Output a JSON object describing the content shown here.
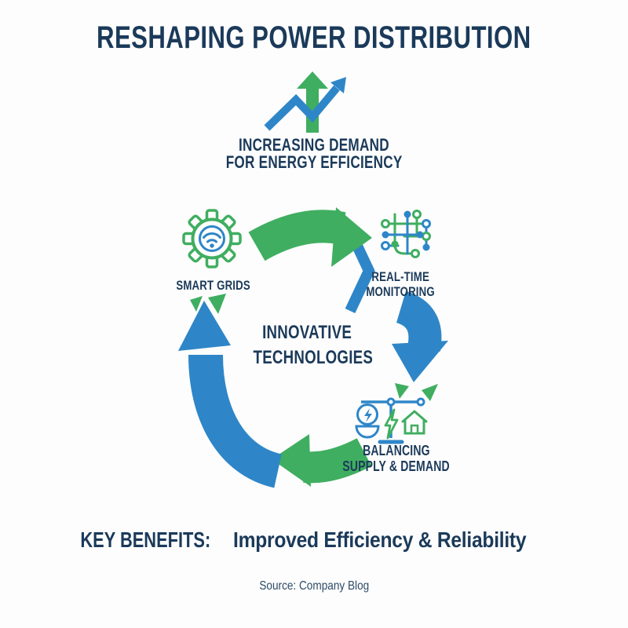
{
  "title": "RESHAPING POWER DISTRIBUTION",
  "subtitle": {
    "line1": "INCREASING DEMAND",
    "line2": "FOR ENERGY EFFICIENCY"
  },
  "cycle": {
    "center": {
      "line1": "INNOVATIVE",
      "line2": "TECHNOLOGIES"
    },
    "nodes": [
      {
        "icon": "gear-wifi-icon",
        "label": "SMART GRIDS"
      },
      {
        "icon": "network-grid-icon",
        "line1": "REAL-TIME",
        "line2": "MONITORING"
      },
      {
        "icon": "balance-scale-icon",
        "line1": "BALANCING",
        "line2": "SUPPLY & DEMAND"
      }
    ],
    "arrows": [
      "smart-grids-to-real-time-monitoring",
      "real-time-monitoring-to-balancing",
      "balancing-to-smart-grids-lower",
      "balancing-to-smart-grids-upper"
    ]
  },
  "header_icon": "trend-up-arrow-icon",
  "key_benefits": {
    "label": "KEY BENEFITS:",
    "text": "Improved Efficiency & Reliability"
  },
  "source": "Source: Company Blog",
  "colors": {
    "navy": "#1b3a5a",
    "green": "#3fae60",
    "blue": "#2e86c8"
  }
}
